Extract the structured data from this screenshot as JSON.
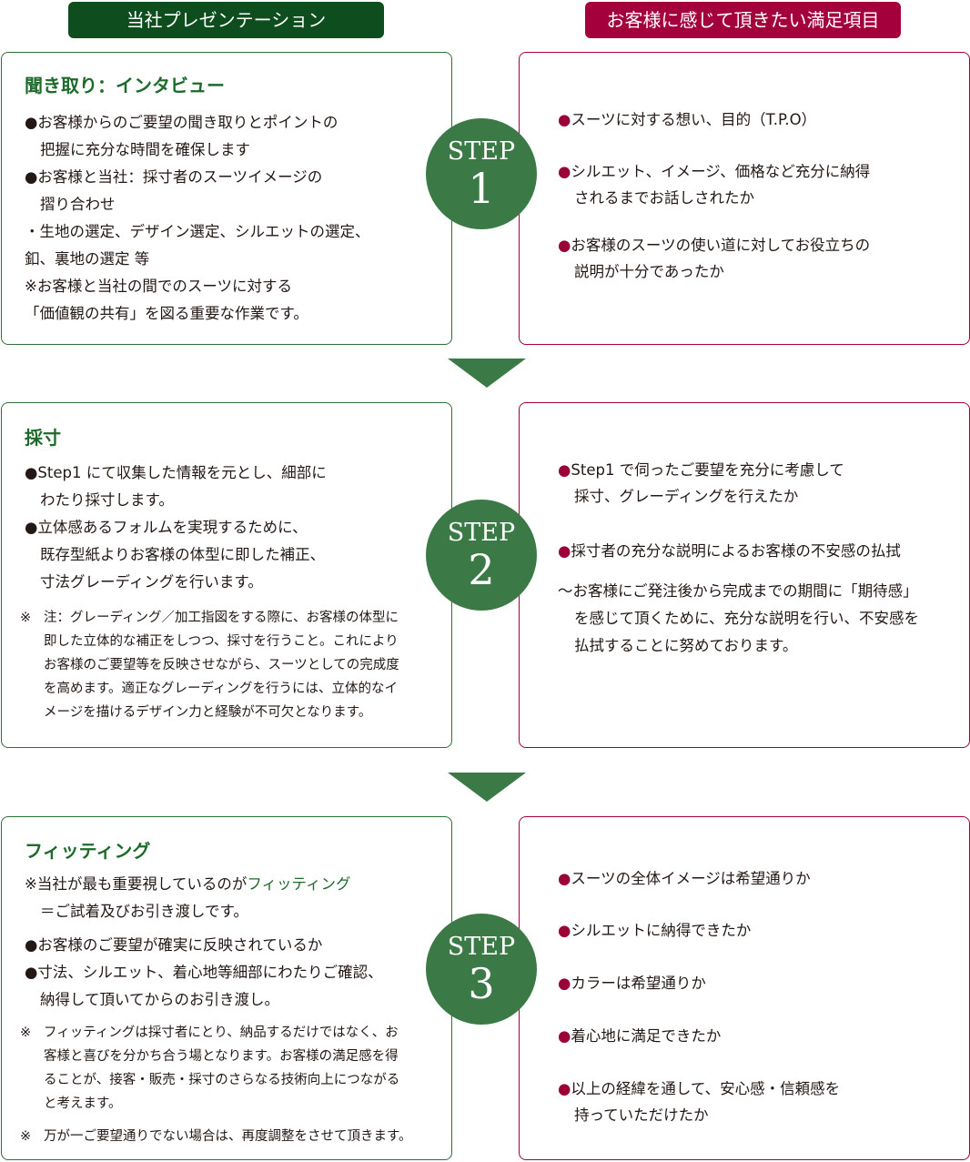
{
  "headers": {
    "left": "当社プレゼンテーション",
    "right": "お客様に感じて頂きたい満足項目"
  },
  "bullet": "●",
  "steps": [
    {
      "label": "STEP",
      "number": "1",
      "left_title": "聞き取り：インタビュー",
      "left_lines": [
        "●お客様からのご要望の聞き取りとポイントの",
        "把握に充分な時間を確保します",
        "●お客様と当社：採寸者のスーツイメージの",
        "摺り合わせ",
        "・生地の選定、デザイン選定、シルエットの選定、",
        "釦、裏地の選定 等",
        "※お客様と当社の間でのスーツに対する",
        "「価値観の共有」を図る重要な作業です。"
      ],
      "right_items": [
        [
          "スーツに対する想い、目的（T.P.O）"
        ],
        [
          "シルエット、イメージ、価格など充分に納得",
          "されるまでお話しされたか"
        ],
        [
          "お客様のスーツの使い道に対してお役立ちの",
          "説明が十分であったか"
        ]
      ]
    },
    {
      "label": "STEP",
      "number": "2",
      "left_title": "採寸",
      "left_lines": [
        "●Step1 にて収集した情報を元とし、細部に",
        "わたり採寸します。",
        "●立体感あるフォルムを実現するために、",
        "既存型紙よりお客様の体型に即した補正、",
        "寸法グレーディングを行います。"
      ],
      "left_note_mark": "※",
      "left_note": [
        "注：グレーディング／加工指図をする際に、お客様の体型に",
        "即した立体的な補正をしつつ、採寸を行うこと。これにより",
        "お客様のご要望等を反映させながら、スーツとしての完成度",
        "を高めます。適正なグレーディングを行うには、立体的なイ",
        "メージを描けるデザイン力と経験が不可欠となります。"
      ],
      "right_items": [
        [
          "Step1 で伺ったご要望を充分に考慮して",
          "採寸、グレーディングを行えたか"
        ],
        [
          "採寸者の充分な説明によるお客様の不安感の払拭"
        ]
      ],
      "right_extra": [
        "〜お客様にご発注後から完成までの期間に「期待感」",
        "を感じて頂くために、充分な説明を行い、不安感を",
        "払拭することに努めております。"
      ]
    },
    {
      "label": "STEP",
      "number": "3",
      "left_title": "フィッティング",
      "left_intro_pre": "※当社が最も重要視しているのが",
      "left_intro_hl": "フィッティング",
      "left_intro_2": "＝ご試着及びお引き渡しです。",
      "left_lines": [
        "●お客様のご要望が確実に反映されているか",
        "●寸法、シルエット、着心地等細部にわたりご確認、",
        "納得して頂いてからのお引き渡し。"
      ],
      "left_note_mark": "※",
      "left_note": [
        "フィッティングは採寸者にとり、納品するだけではなく、お",
        "客様と喜びを分かち合う場となります。お客様の満足感を得",
        "ることが、接客・販売・採寸のさらなる技術向上につながる",
        "と考えます。"
      ],
      "left_note2": "万が一ご要望通りでない場合は、再度調整をさせて頂きます。",
      "right_items": [
        [
          "スーツの全体イメージは希望通りか"
        ],
        [
          "シルエットに納得できたか"
        ],
        [
          "カラーは希望通りか"
        ],
        [
          "着心地に満足できたか"
        ],
        [
          "以上の経緯を通して、安心感・信頼感を",
          "持っていただけたか"
        ]
      ]
    }
  ]
}
